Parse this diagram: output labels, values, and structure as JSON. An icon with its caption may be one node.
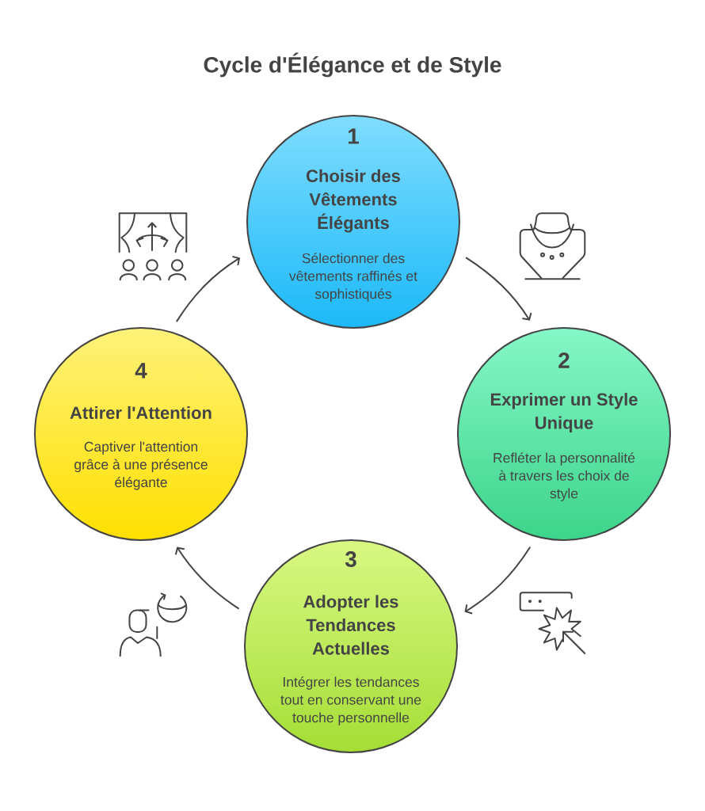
{
  "diagram": {
    "title": "Cycle d'Élégance et de Style",
    "nodes": [
      {
        "text": [
          "1",
          "Choisir des Vêtements Élégants",
          "Sélectionner des vêtements raffinés et sophistiqués"
        ]
      },
      {
        "text": [
          "2",
          "Exprimer un Style Unique",
          "Refléter la personnalité à travers les choix de style"
        ]
      },
      {
        "text": [
          "3",
          "Adopter les Tendances Actuelles",
          "Intégrer les tendances tout en conservant une touche personnelle"
        ]
      },
      {
        "text": [
          "4",
          "Attirer l'Attention",
          "Captiver l'attention grâce à une présence élégante"
        ]
      }
    ],
    "edges": [
      {
        "from": 0,
        "to": 1,
        "arrow": "to"
      },
      {
        "from": 1,
        "to": 2,
        "arrow": "to"
      },
      {
        "from": 2,
        "to": 3,
        "arrow": "to"
      },
      {
        "from": 3,
        "to": 0,
        "arrow": "to"
      }
    ]
  }
}
